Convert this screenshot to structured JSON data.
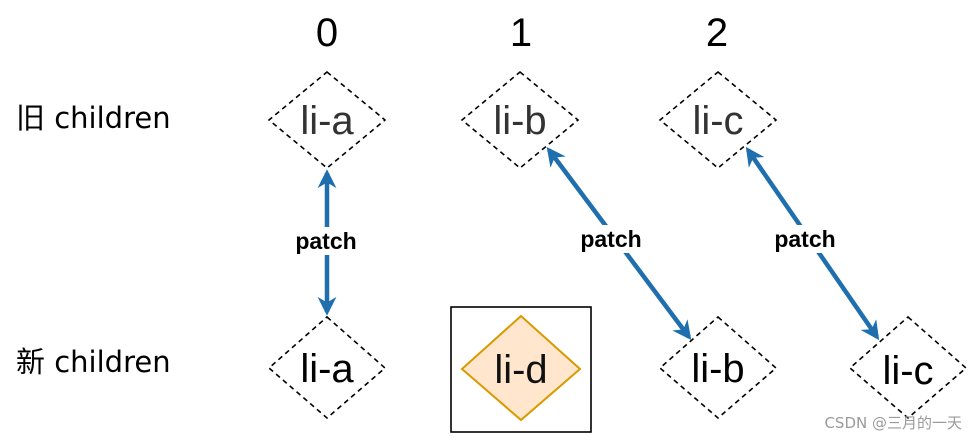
{
  "indices": [
    "0",
    "1",
    "2"
  ],
  "rows": {
    "old_label": "旧 children",
    "new_label": "新 children"
  },
  "old_children": [
    "li-a",
    "li-b",
    "li-c"
  ],
  "new_children": [
    "li-a",
    "li-d",
    "li-b",
    "li-c"
  ],
  "edges": [
    {
      "from": "old.li-a",
      "to": "new.li-a",
      "label": "patch",
      "bidirectional": true
    },
    {
      "from": "old.li-b",
      "to": "new.li-b",
      "label": "patch",
      "bidirectional": true
    },
    {
      "from": "old.li-c",
      "to": "new.li-c",
      "label": "patch",
      "bidirectional": true
    }
  ],
  "highlight": {
    "node": "new.li-d",
    "fill": "#ffe6cc",
    "stroke": "#d79b00"
  },
  "colors": {
    "arrow": "#1f6fae",
    "dashed_border": "#000000"
  },
  "watermark": "CSDN @三月的一天"
}
